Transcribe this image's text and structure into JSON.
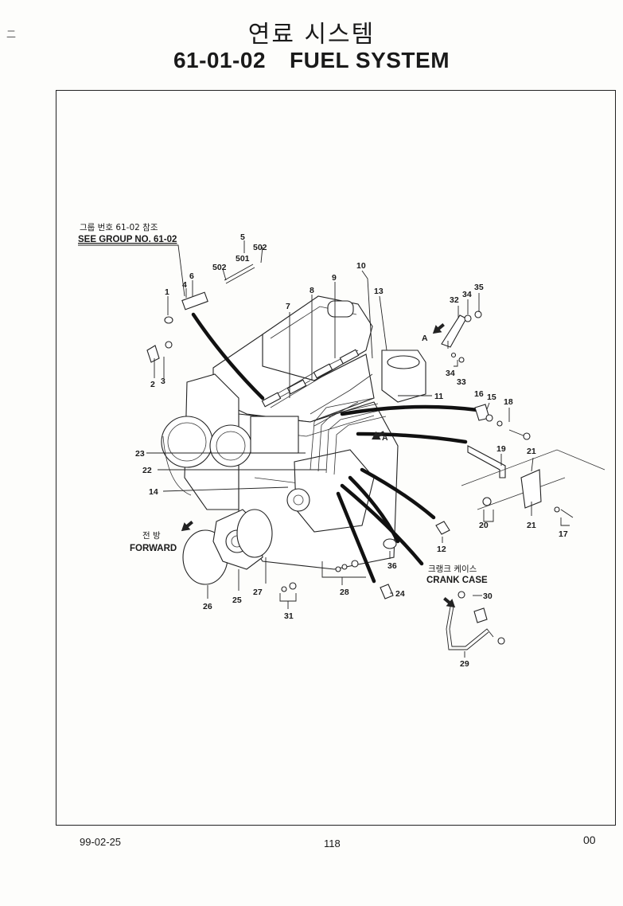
{
  "page": {
    "title_ko": "연료 시스템",
    "section_code": "61-01-02",
    "title_en": "FUEL SYSTEM",
    "margin_mark": "二"
  },
  "notes": {
    "see_group_ko": "그룹 번호 61-02 참조",
    "see_group_en": "SEE GROUP NO. 61-02",
    "forward_ko": "전 방",
    "forward_en": "FORWARD",
    "crank_case_ko": "크랭크 케이스",
    "crank_case_en": "CRANK CASE",
    "view_a": "A"
  },
  "callouts": {
    "p1": "1",
    "p2": "2",
    "p3": "3",
    "p4": "4",
    "p5": "5",
    "p6": "6",
    "p7": "7",
    "p8": "8",
    "p9": "9",
    "p10": "10",
    "p11": "11",
    "p12": "12",
    "p13": "13",
    "p14": "14",
    "p15": "15",
    "p16": "16",
    "p17": "17",
    "p18": "18",
    "p19": "19",
    "p20": "20",
    "p21": "21",
    "p22": "22",
    "p23": "23",
    "p24": "24",
    "p25": "25",
    "p26": "26",
    "p27": "27",
    "p28": "28",
    "p29": "29",
    "p30": "30",
    "p31": "31",
    "p32": "32",
    "p33": "33",
    "p34": "34",
    "p35": "35",
    "p36": "36",
    "p501": "501",
    "p502": "502"
  },
  "footer": {
    "date": "99-02-25",
    "page_number": "118",
    "revision": "00"
  }
}
